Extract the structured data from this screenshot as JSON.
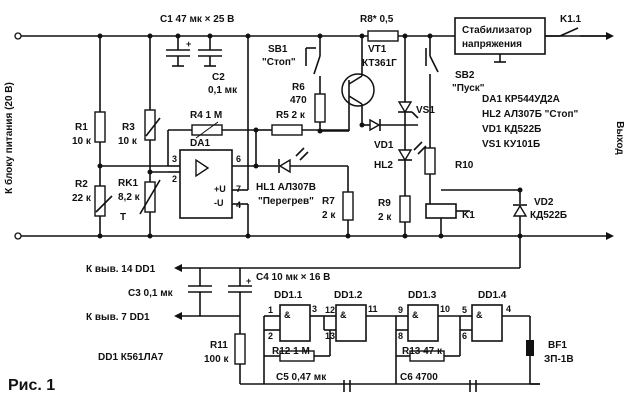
{
  "figure": {
    "caption": "Рис. 1",
    "chip_note": "DD1 К561ЛА7",
    "power_label": "К блоку питания (20 В)",
    "output_label": "Выход"
  },
  "supply": {
    "label_14": "К выв. 14 DD1",
    "label_7": "К выв. 7 DD1"
  },
  "parts_list": [
    "DA1 КР544УД2А",
    "HL2 АЛ307Б \"Стоп\"",
    "VD1 КД522Б",
    "VS1 КУ101Б"
  ],
  "components": {
    "c1": "C1 47 мк × 25 В",
    "r8": "R8* 0,5",
    "stab_line1": "Стабилизатор",
    "stab_line2": "напряжения",
    "k11": "K1.1",
    "sb1_name": "SB1",
    "sb1_role": "\"Стоп\"",
    "sb2_name": "SB2",
    "sb2_role": "\"Пуск\"",
    "vt1_name": "VT1",
    "vt1_type": "КТ361Г",
    "c2_name": "C2",
    "c2_value": "0,1 мк",
    "r6_name": "R6",
    "r6_value": "470",
    "r4": "R4 1 М",
    "r5": "R5 2 к",
    "da1": "DA1",
    "vs1": "VS1",
    "vd1": "VD1",
    "hl2": "HL2",
    "r1_name": "R1",
    "r1_value": "10 к",
    "r3_name": "R3",
    "r3_value": "10 к",
    "r2_name": "R2",
    "r2_value": "22 к",
    "rk1_name": "RK1",
    "rk1_value": "8,2 к",
    "rk1_t": "T",
    "hl1_name": "HL1 АЛ307В",
    "hl1_role": "\"Перегрев\"",
    "r7_name": "R7",
    "r7_value": "2 к",
    "r9_name": "R9",
    "r9_value": "2 к",
    "r10": "R10",
    "k1": "K1",
    "vd2_name": "VD2",
    "vd2_type": "КД522Б",
    "c4": "C4 10 мк × 16 В",
    "c3": "C3 0,1 мк",
    "r11_name": "R11",
    "r11_value": "100 к",
    "r12": "R12 1 М",
    "r13": "R13 47 к",
    "c5": "C5 0,47 мк",
    "c6": "C6 4700",
    "dd11": "DD1.1",
    "dd12": "DD1.2",
    "dd13": "DD1.3",
    "dd14": "DD1.4",
    "bf1_name": "BF1",
    "bf1_type": "ЗП-1В"
  },
  "pins": {
    "da1_in_a": "3",
    "da1_in_b": "2",
    "da1_out": "6",
    "da1_pwr_a": "7",
    "da1_pwr_b": "4",
    "da1_u_plus": "+U",
    "da1_u_minus": "-U",
    "and": "&",
    "dd11_a": "1",
    "dd11_b": "2",
    "dd11_out": "3",
    "dd12_a": "12",
    "dd12_b": "13",
    "dd12_out": "11",
    "dd13_a": "9",
    "dd13_b": "8",
    "dd13_out": "10",
    "dd14_a": "5",
    "dd14_b": "6",
    "dd14_out": "4"
  }
}
